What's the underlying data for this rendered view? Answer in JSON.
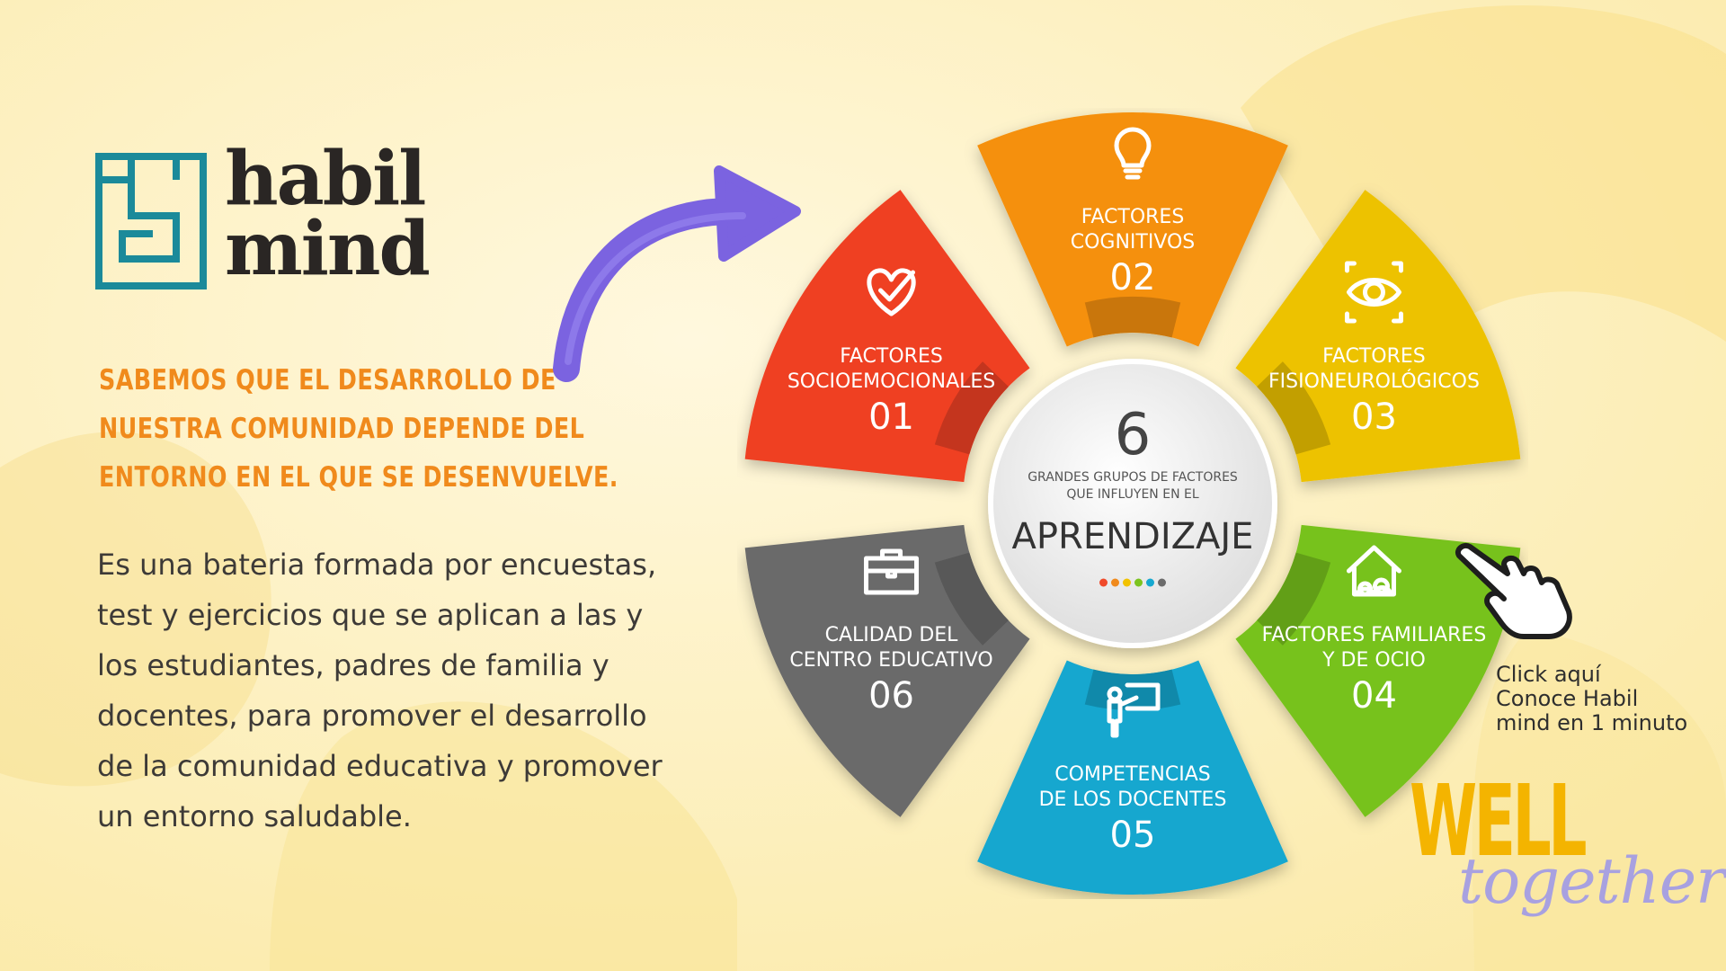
{
  "brand": {
    "logo_line1": "habil",
    "logo_line2": "mind",
    "colors": {
      "teal": "#1b8a9a",
      "dark": "#2a2624",
      "orange": "#f08a1c"
    }
  },
  "headline": {
    "lines": [
      "SABEMOS QUE EL DESARROLLO DE",
      "NUESTRA COMUNIDAD DEPENDE DEL",
      "ENTORNO EN EL QUE SE DESENVUELVE."
    ]
  },
  "body": {
    "lines": [
      "Es una bateria formada por encuestas,",
      "test y ejercicios que se aplican a las y",
      "los estudiantes, padres de familia y",
      "docentes, para promover el desarrollo",
      "de la comunidad educativa y promover",
      "un entorno saludable."
    ]
  },
  "diagram": {
    "center": {
      "number": "6",
      "subtitle_line1": "GRANDES GRUPOS DE FACTORES",
      "subtitle_line2": "QUE INFLUYEN EN EL",
      "title": "APRENDIZAJE",
      "dot_colors": [
        "#f04a2a",
        "#f08a1c",
        "#f2c200",
        "#7cc41f",
        "#16a8d0",
        "#6b6b6b"
      ]
    },
    "segments": [
      {
        "label_line1": "FACTORES",
        "label_line2": "COGNITIVOS",
        "number": "02",
        "color": "#f5900f",
        "icon": "gear-bulb-icon"
      },
      {
        "label_line1": "FACTORES",
        "label_line2": "FISIONEUROLÓGICOS",
        "number": "03",
        "color": "#edc200",
        "icon": "eye-icon"
      },
      {
        "label_line1": "FACTORES FAMILIARES",
        "label_line2": "Y DE OCIO",
        "number": "04",
        "color": "#77c21c",
        "icon": "family-home-icon"
      },
      {
        "label_line1": "COMPETENCIAS",
        "label_line2": "DE LOS DOCENTES",
        "number": "05",
        "color": "#13a7cf",
        "icon": "teacher-icon"
      },
      {
        "label_line1": "CALIDAD DEL",
        "label_line2": "CENTRO EDUCATIVO",
        "number": "06",
        "color": "#6b6b6b",
        "icon": "briefcase-icon"
      },
      {
        "label_line1": "FACTORES",
        "label_line2": "SOCIOEMOCIONALES",
        "number": "01",
        "color": "#ef4124",
        "icon": "heart-check-icon"
      }
    ]
  },
  "cta": {
    "lines": [
      "Click aquí",
      "Conoce Habil",
      "mind en 1 minuto"
    ],
    "icon": "pointing-hand-icon"
  },
  "footer_logo": {
    "word1": "WELL",
    "word2": "together"
  }
}
